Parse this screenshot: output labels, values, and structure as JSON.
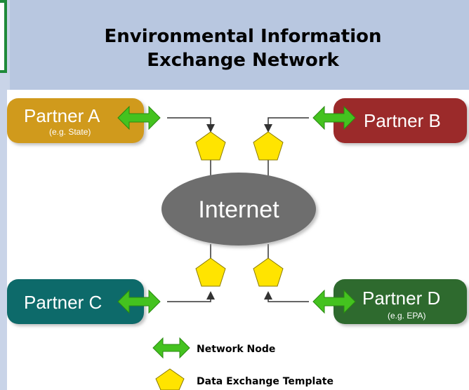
{
  "title": {
    "line1": "Environmental Information",
    "line2": "Exchange Network"
  },
  "partners": {
    "a": {
      "name": "Partner A",
      "note": "(e.g. State)",
      "color": "#d09a1e"
    },
    "b": {
      "name": "Partner B",
      "note": "",
      "color": "#9b2a2a"
    },
    "c": {
      "name": "Partner C",
      "note": "",
      "color": "#0f6a6a"
    },
    "d": {
      "name": "Partner D",
      "note": "(e.g. EPA)",
      "color": "#2d6a2f"
    }
  },
  "center": {
    "label": "Internet",
    "color": "#6e6e6e"
  },
  "legend": {
    "node_label": "Network Node",
    "template_label": "Data Exchange Template"
  },
  "colors": {
    "arrow": "#44c21f",
    "template": "#ffe400",
    "connector": "#333333",
    "title_band": "#b8c7e0"
  },
  "icons": {
    "network_node": "double-arrow-icon",
    "template": "pentagon-icon"
  }
}
